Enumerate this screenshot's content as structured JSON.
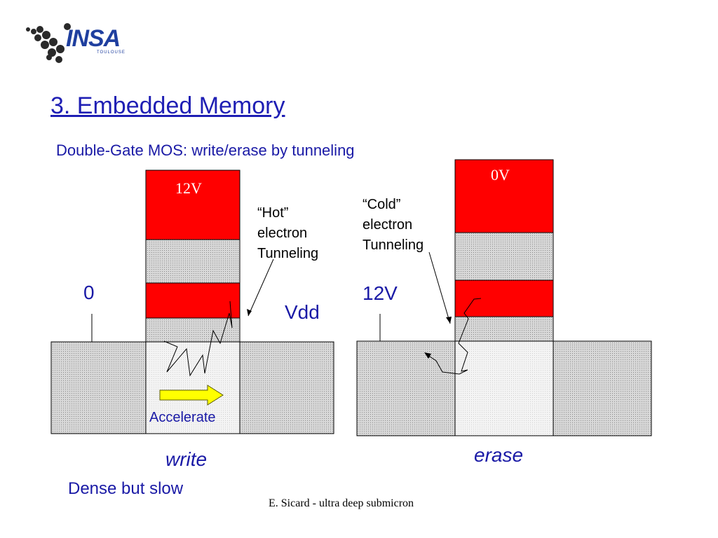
{
  "logo": {
    "name": "INSA",
    "sub": "TOULOUSE"
  },
  "slide": {
    "title": "3. Embedded Memory",
    "subtitle": "Double-Gate MOS: write/erase by tunneling",
    "write": {
      "gate_voltage": "12V",
      "source_voltage": "0",
      "drain_voltage": "Vdd",
      "tunneling_label": [
        "“Hot”",
        "electron",
        "Tunneling"
      ],
      "accelerate_label": "Accelerate",
      "caption": "write"
    },
    "erase": {
      "gate_voltage": "0V",
      "source_voltage": "12V",
      "tunneling_label": [
        "“Cold”",
        "electron",
        "Tunneling"
      ],
      "caption": "erase"
    },
    "note": "Dense but slow",
    "footer": "E. Sicard - ultra deep submicron"
  },
  "colors": {
    "gate_red": "#ff0000",
    "oxide_gray": "#cfcfcf",
    "diffusion_gray": "#c4c4c4",
    "title_blue": "#1f1fb4",
    "arrow_yellow": "#ffff00"
  }
}
